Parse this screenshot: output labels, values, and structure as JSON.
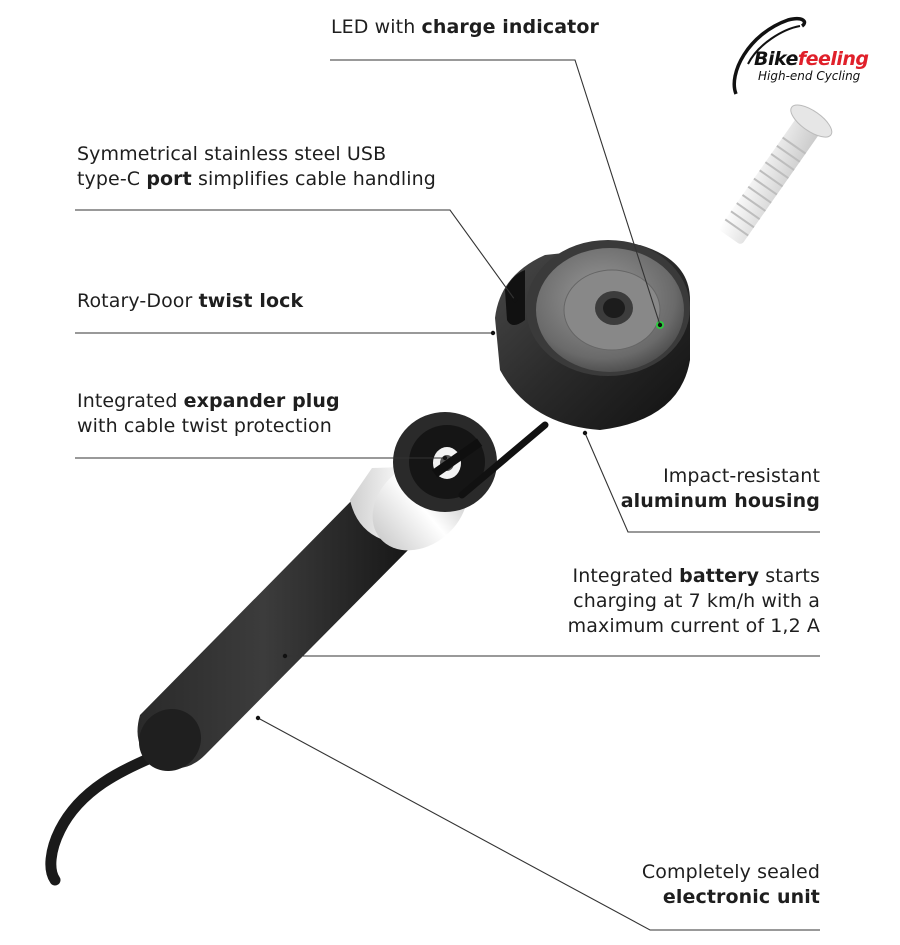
{
  "labels": {
    "led": {
      "pre": "LED with ",
      "bold": "charge indicator"
    },
    "usb": {
      "line1": "Symmetrical stainless steel USB",
      "line2_pre": "type-C ",
      "line2_bold": "port",
      "line2_post": " simplifies cable handling"
    },
    "twist": {
      "pre": "Rotary-Door ",
      "bold": "twist lock"
    },
    "expander": {
      "line1_pre": "Integrated ",
      "line1_bold": "expander plug",
      "line2": "with cable twist protection"
    },
    "housing": {
      "line1": "Impact-resistant",
      "line2_bold": "aluminum housing"
    },
    "battery": {
      "line1_pre": "Integrated ",
      "line1_bold": "battery",
      "line1_post": " starts",
      "line2": "charging at 7 km/h with a",
      "line3": "maximum current of 1,2 A"
    },
    "sealed": {
      "line1": "Completely sealed",
      "line2_bold": "electronic unit"
    }
  },
  "logo": {
    "brand_part1": "Bike",
    "brand_part2": "feeling",
    "tagline": "High-end Cycling",
    "accent": "#e0202a"
  },
  "colors": {
    "leader": "#333333",
    "led": "#2ecc40"
  }
}
